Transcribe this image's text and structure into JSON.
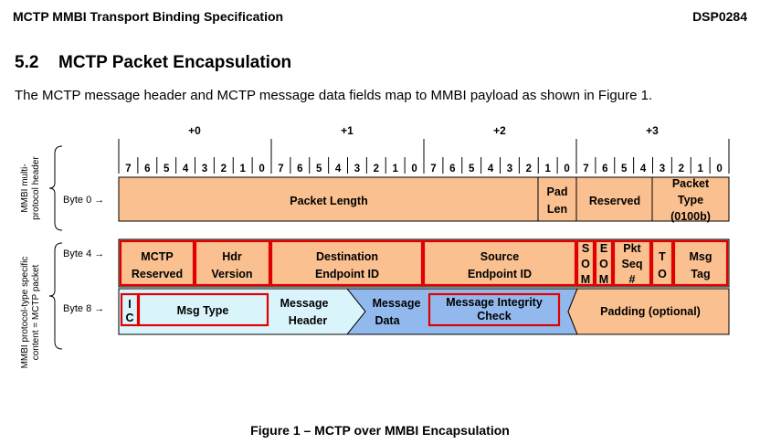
{
  "header": {
    "left": "MCTP MMBI Transport Binding Specification",
    "right": "DSP0284"
  },
  "section": {
    "number": "5.2",
    "title": "MCTP Packet Encapsulation"
  },
  "paragraph": "The MCTP message header and MCTP message data fields map to MMBI payload as shown in Figure 1.",
  "diagram": {
    "column_offsets": [
      "+0",
      "+1",
      "+2",
      "+3"
    ],
    "bits": [
      "7",
      "6",
      "5",
      "4",
      "3",
      "2",
      "1",
      "0"
    ],
    "row_labels": [
      "Byte 0 →",
      "Byte 4 →",
      "Byte 8 →"
    ],
    "side_labels": {
      "header": [
        "MMBI multi-",
        "protocol header"
      ],
      "content": [
        "MMBI protocol-type specific",
        "content = MCTP packet"
      ]
    },
    "row0": {
      "packet_length": "Packet Length",
      "pad_len": [
        "Pad",
        "Len"
      ],
      "reserved": "Reserved",
      "packet_type": [
        "Packet",
        "Type",
        "(0100b)"
      ]
    },
    "row1": {
      "mctp_reserved": [
        "MCTP",
        "Reserved"
      ],
      "hdr_version": [
        "Hdr",
        "Version"
      ],
      "dest_eid": [
        "Destination",
        "Endpoint ID"
      ],
      "src_eid": [
        "Source",
        "Endpoint ID"
      ],
      "som": [
        "S",
        "O",
        "M"
      ],
      "eom": [
        "E",
        "O",
        "M"
      ],
      "pkt_seq": [
        "Pkt",
        "Seq",
        "#"
      ],
      "to": [
        "T",
        "O"
      ],
      "msg_tag": [
        "Msg",
        "Tag"
      ]
    },
    "row2": {
      "ic": [
        "I",
        "C"
      ],
      "msg_type": "Msg Type",
      "message_header": [
        "Message",
        "Header"
      ],
      "message_data": [
        "Message",
        "Data"
      ],
      "integrity_check": [
        "Message Integrity",
        "Check"
      ],
      "padding": "Padding (optional)"
    },
    "colors": {
      "tan": "#fac090",
      "cyan": "#d9f5fb",
      "blue": "#92b9ee",
      "red": "#e00000"
    }
  },
  "caption": "Figure 1 – MCTP over MMBI Encapsulation"
}
